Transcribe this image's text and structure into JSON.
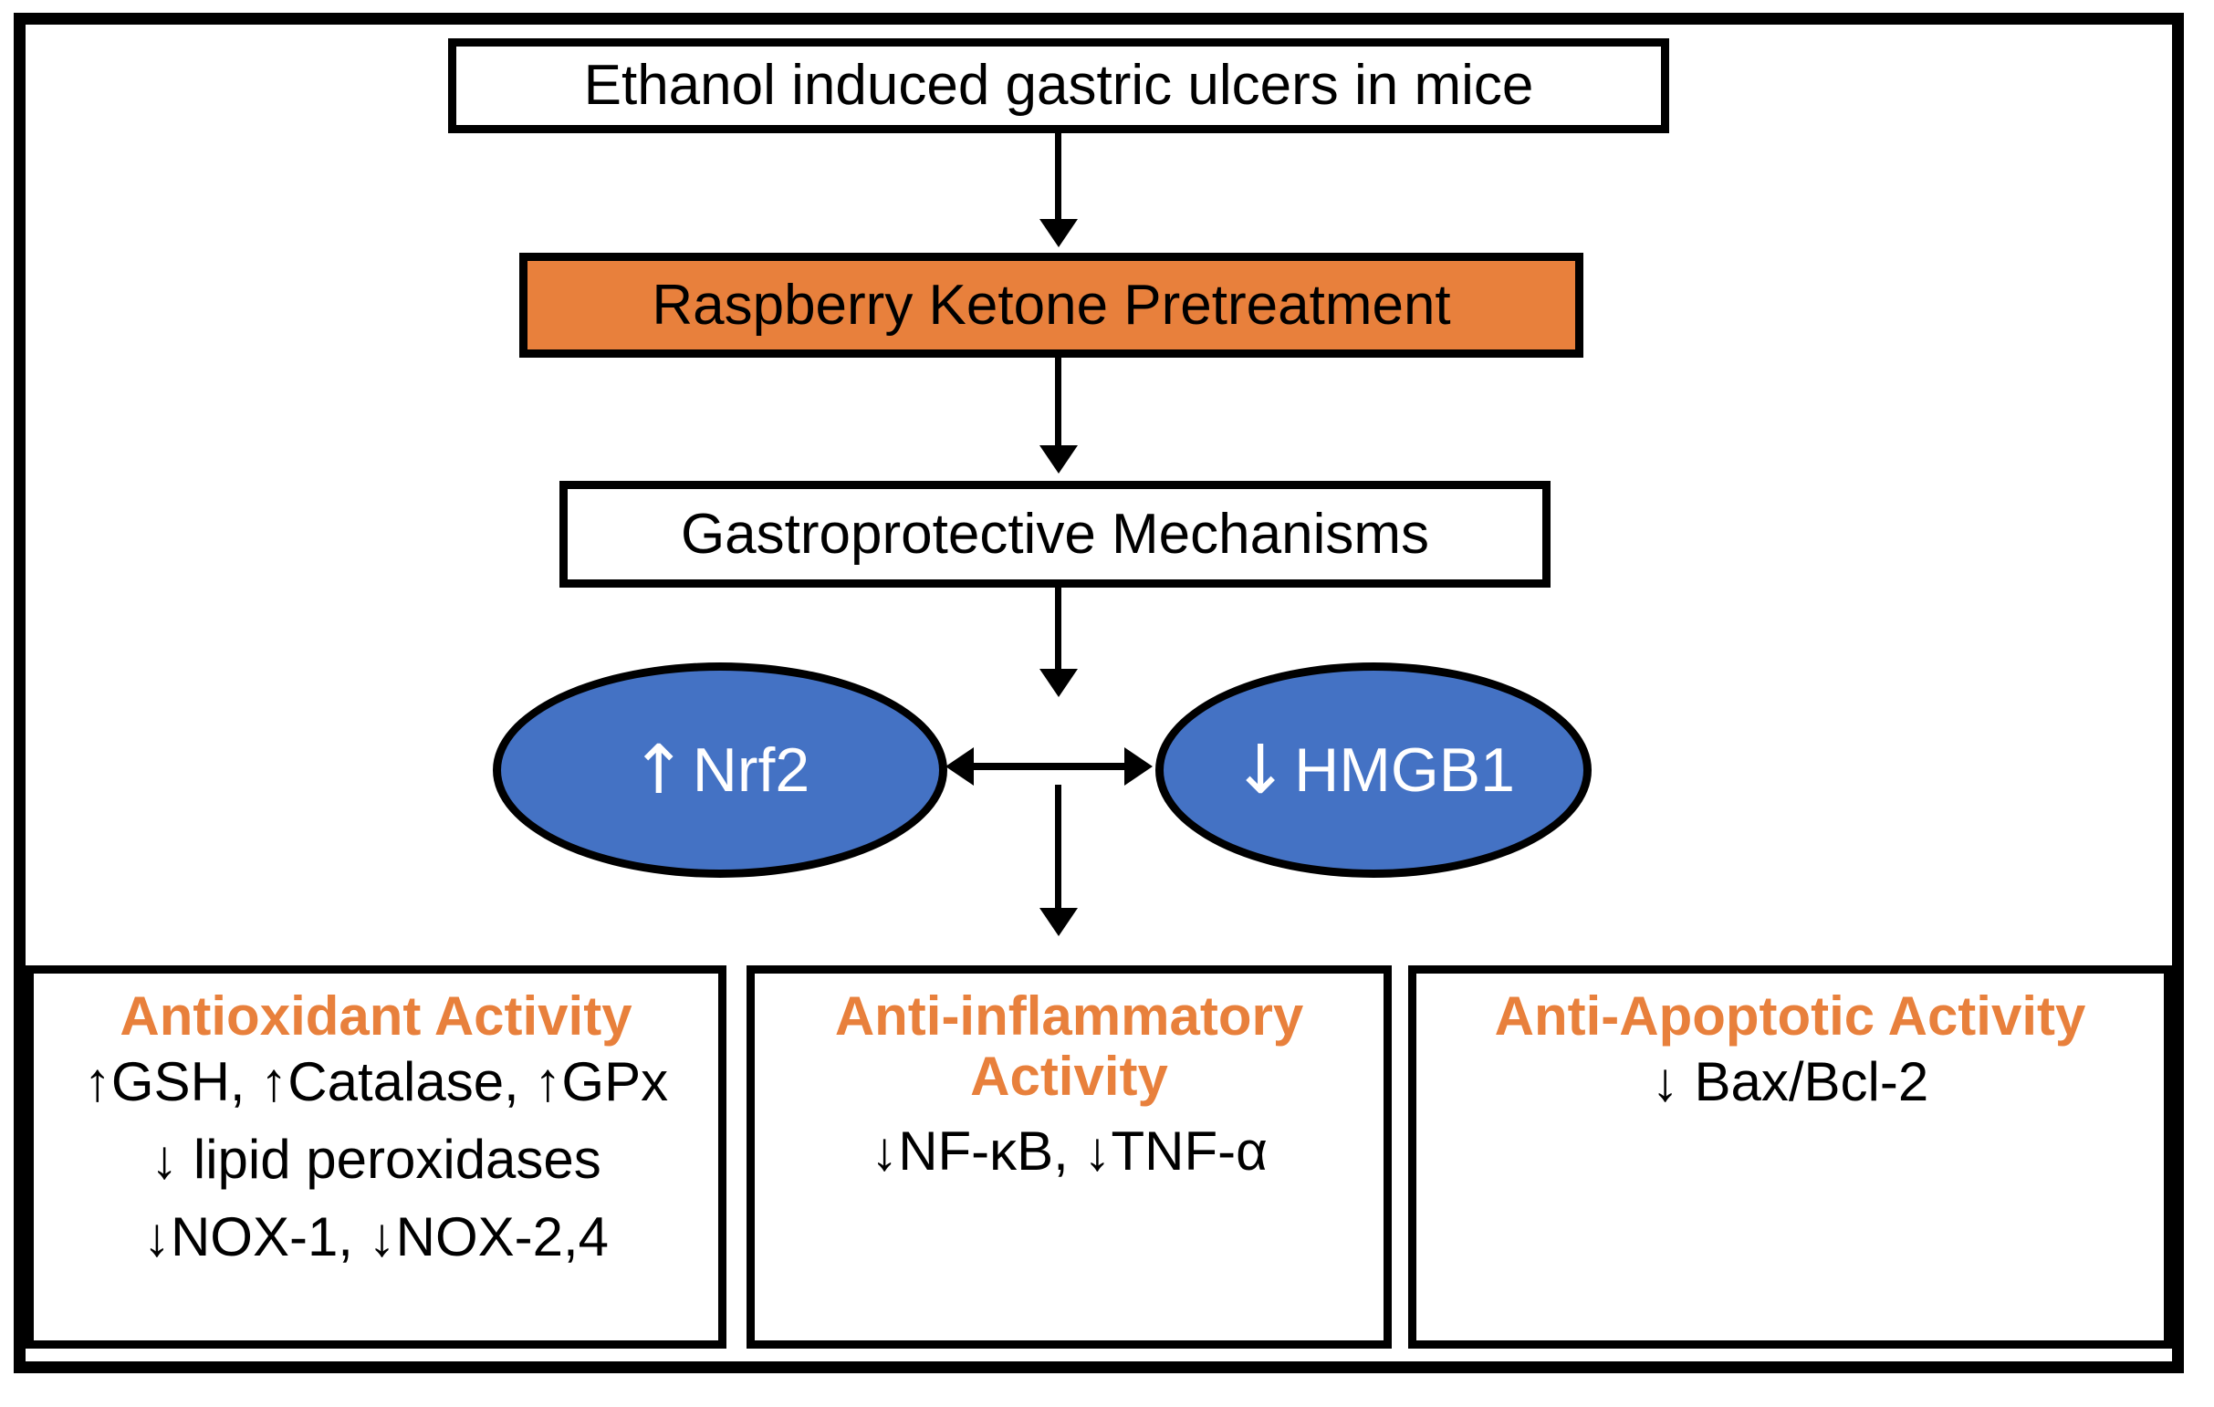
{
  "diagram": {
    "title": "Raspberry Ketone gastroprotective mechanism flowchart",
    "colors": {
      "accent_orange": "#E8803C",
      "node_blue": "#4472C4",
      "line_black": "#000000",
      "background": "#FFFFFF",
      "ellipse_text": "#FFFFFF"
    },
    "flow": {
      "ethanol_box": "Ethanol induced gastric ulcers in mice",
      "raspberry_box": "Raspberry Ketone Pretreatment",
      "gastroprotective_box": "Gastroprotective Mechanisms"
    },
    "mediators": [
      {
        "arrow": "↑",
        "direction": "up",
        "label": "Nrf2"
      },
      {
        "arrow": "↓",
        "direction": "down",
        "label": "HMGB1"
      }
    ],
    "outcomes": [
      {
        "title": "Antioxidant Activity",
        "lines": [
          "↑GSH, ↑Catalase, ↑GPx",
          "↓ lipid peroxidases",
          "↓NOX-1, ↓NOX-2,4"
        ]
      },
      {
        "title": "Anti-inflammatory Activity",
        "title_line1": "Anti-inflammatory",
        "title_line2": "Activity",
        "lines": [
          "↓NF-κB,   ↓TNF-α"
        ]
      },
      {
        "title": "Anti-Apoptotic Activity",
        "lines": [
          "↓ Bax/Bcl-2"
        ]
      }
    ],
    "connectors": {
      "ethanol_to_raspberry": "arrow-down",
      "raspberry_to_gastro": "arrow-down",
      "gastro_to_split": "arrow-down",
      "nrf2_hmgb1_bidirectional": "double-headed-horizontal-arrow",
      "split_to_outcomes": "arrow-down"
    }
  }
}
